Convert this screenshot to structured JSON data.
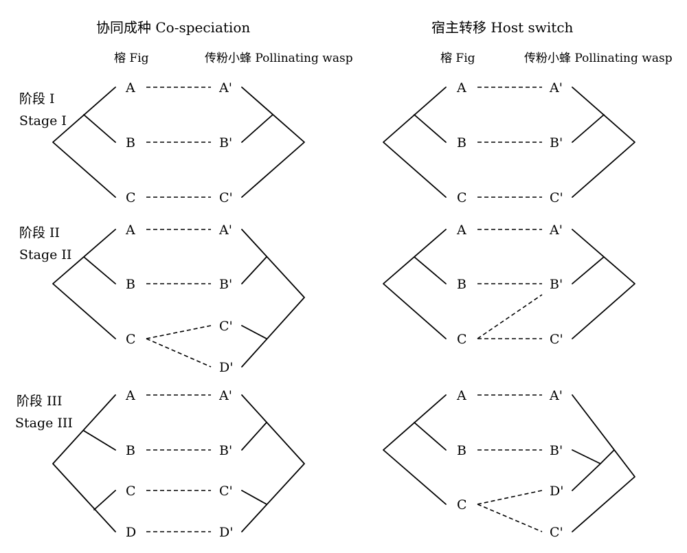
{
  "titles": {
    "left": "协同成种  Co-speciation",
    "right": "宿主转移  Host switch"
  },
  "columns": {
    "fig": "榕 Fig",
    "wasp": "传粉小蜂 Pollinating wasp"
  },
  "stages": [
    {
      "cn": "阶段 I",
      "en": "Stage I"
    },
    {
      "cn": "阶段 II",
      "en": "Stage II"
    },
    {
      "cn": "阶段 III",
      "en": "Stage III"
    }
  ],
  "nodes": {
    "A": "A",
    "B": "B",
    "C": "C",
    "D": "D",
    "Ap": "A'",
    "Bp": "B'",
    "Cp": "C'",
    "Dp": "D'"
  }
}
